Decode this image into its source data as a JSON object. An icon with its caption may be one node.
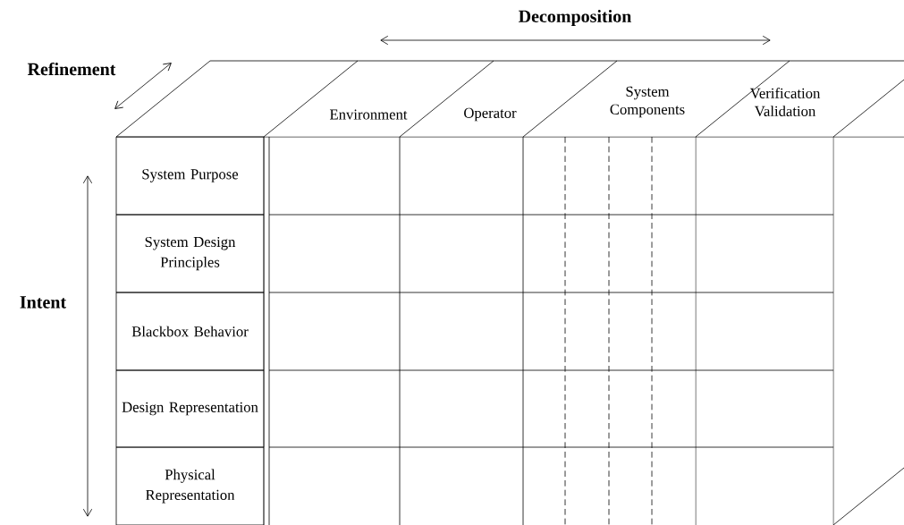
{
  "diagram": {
    "nodes": [
      {
        "text": [
          "Environment"
        ]
      },
      {
        "text": [
          "Operator"
        ]
      },
      {
        "text": [
          "System Components"
        ]
      },
      {
        "text": [
          "Verification Validation"
        ]
      },
      {
        "text": [
          "System Purpose"
        ]
      },
      {
        "text": [
          "System Design Principles"
        ]
      },
      {
        "text": [
          "Blackbox Behavior"
        ]
      },
      {
        "text": [
          "Design Representation"
        ]
      },
      {
        "text": [
          "Physical Representation"
        ]
      }
    ],
    "labels": [
      "Decomposition",
      "Refinement",
      "Intent"
    ]
  }
}
